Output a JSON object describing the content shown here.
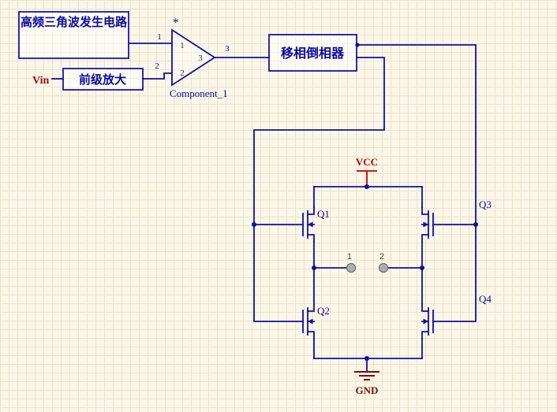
{
  "canvas": {
    "background": "#faf7e9",
    "grid_color": "#ece3cc",
    "wire_color": "#10109e",
    "vcc_color": "#c00000",
    "gnd_color": "#7a1010"
  },
  "blocks": {
    "triangle_generator": {
      "label": "高频三角波发生电路"
    },
    "preamp": {
      "label": "前级放大"
    },
    "phase_inverter": {
      "label": "移相倒相器"
    }
  },
  "opamp": {
    "star": "*",
    "designator": "Component_1",
    "pins": {
      "in1": "1",
      "in2": "2",
      "out": "3"
    },
    "inner": {
      "in1": "1",
      "in2": "2",
      "out": "3"
    }
  },
  "nets": {
    "vin": "Vin",
    "vcc": "VCC",
    "gnd": "GND"
  },
  "transistors": {
    "q1": "Q1",
    "q2": "Q2",
    "q3": "Q3",
    "q4": "Q4"
  },
  "terminals": {
    "t1": "1",
    "t2": "2"
  }
}
